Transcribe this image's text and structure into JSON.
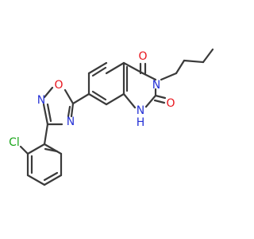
{
  "atom_labels": {
    "o_top": "O",
    "n3": "N",
    "o_c2": "O",
    "nh": "N",
    "h": "H",
    "ox_o": "O",
    "ox_n2": "N",
    "ox_n4": "N",
    "cl": "Cl"
  },
  "colors": {
    "bond": "#3a3a3a",
    "oxygen": "#e8141c",
    "nitrogen": "#2632d6",
    "chlorine": "#1aa51a"
  }
}
